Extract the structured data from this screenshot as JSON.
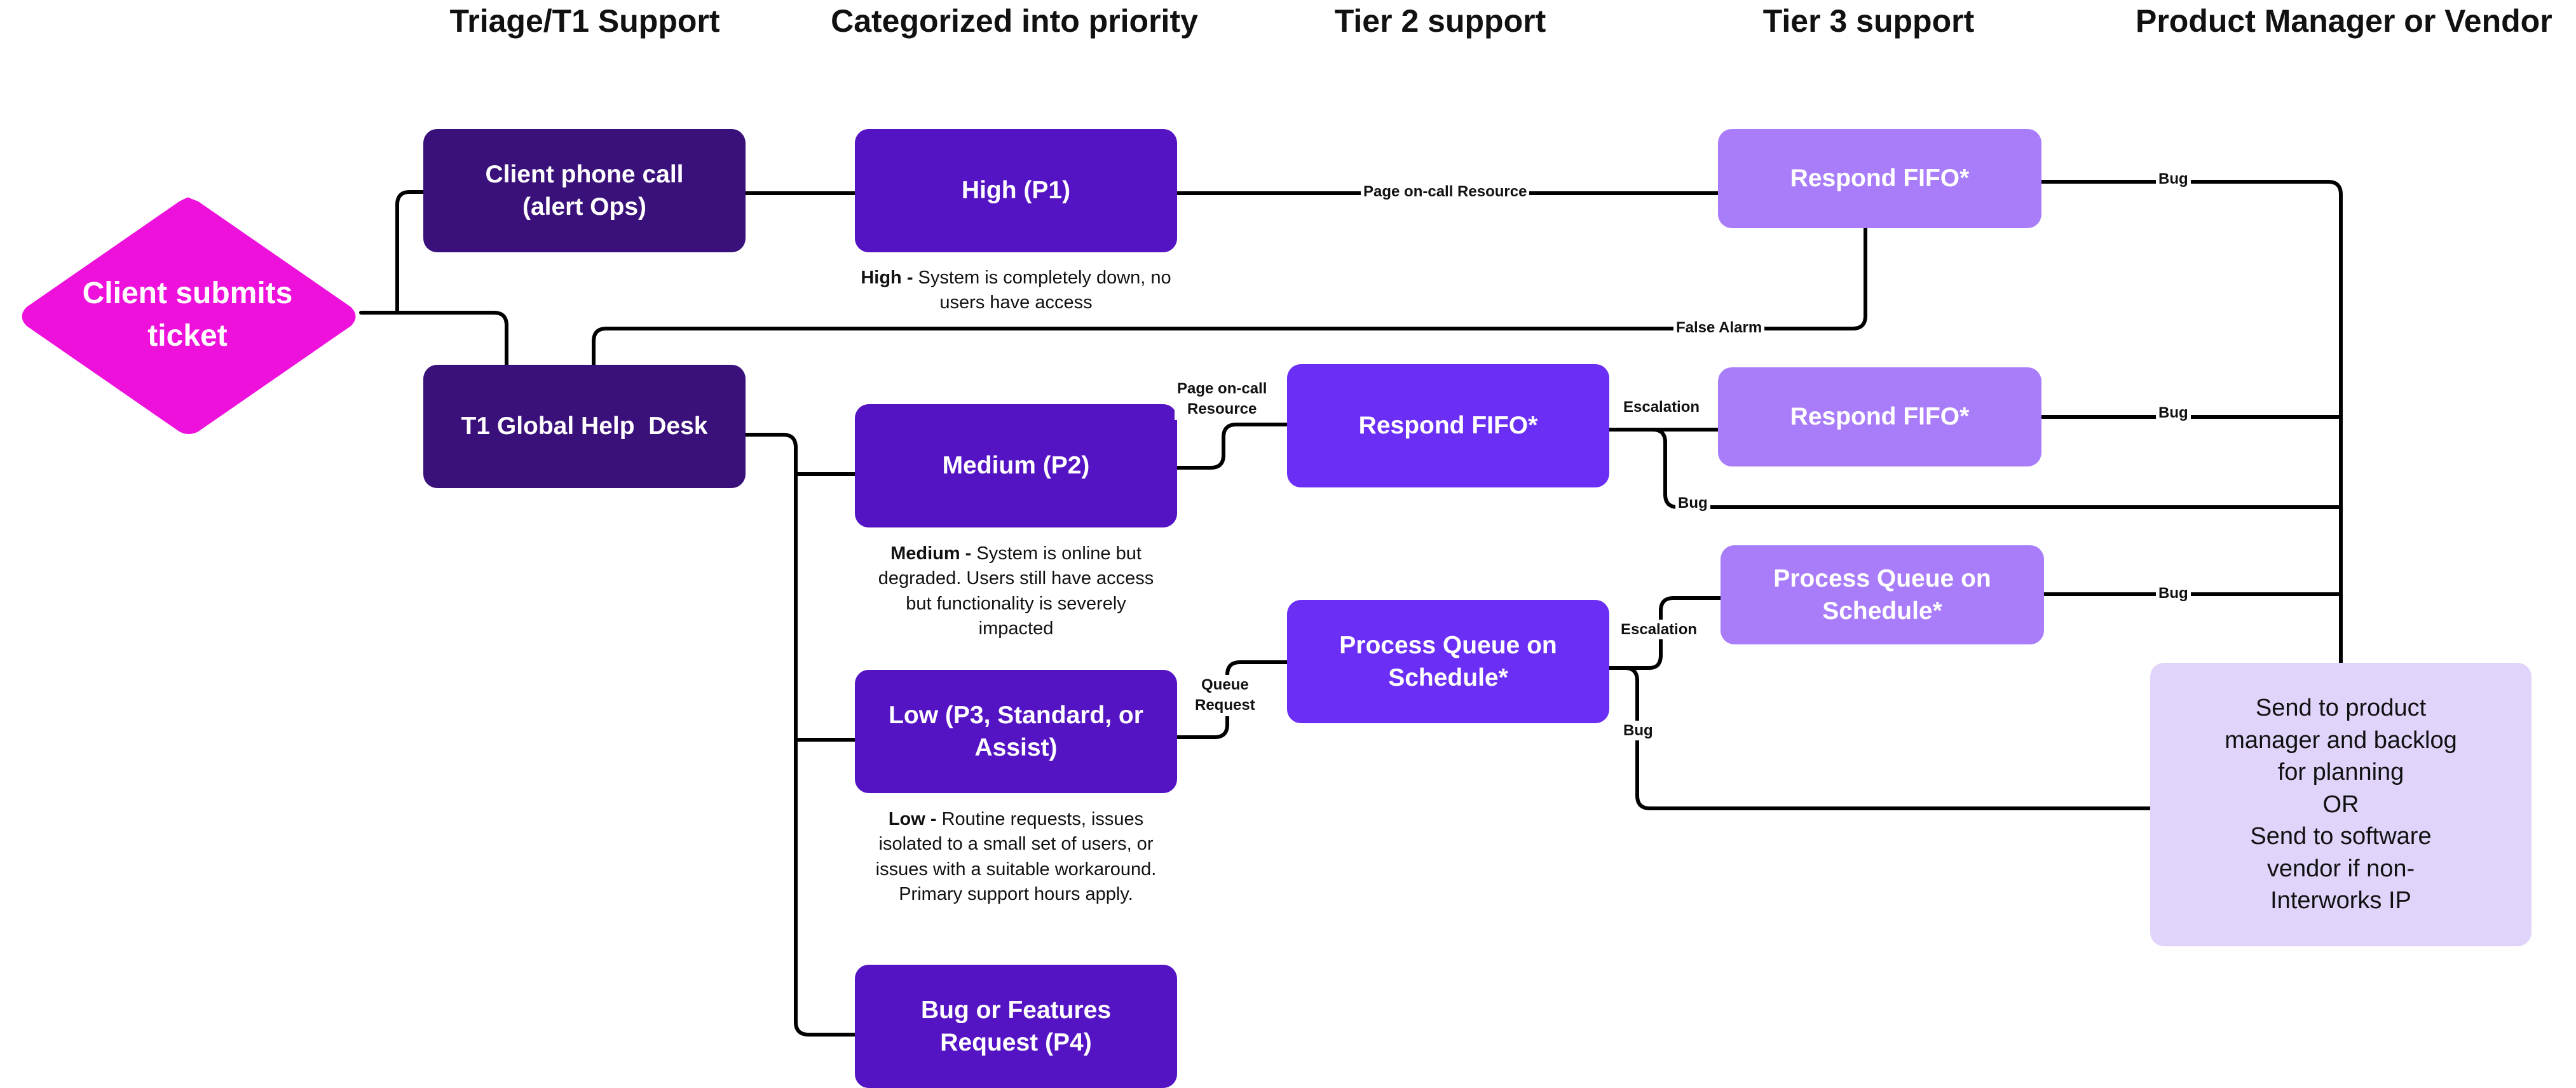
{
  "headers": {
    "triage": "Triage/T1 Support",
    "priority": "Categorized into priority",
    "tier2": "Tier 2 support",
    "tier3": "Tier 3 support",
    "pm": "Product Manager or Vendor"
  },
  "nodes": {
    "start": "Client submits ticket",
    "phone_call": "Client phone call (alert Ops)",
    "help_desk": "T1 Global Help  Desk",
    "high": "High (P1)",
    "medium": "Medium (P2)",
    "low": "Low (P3, Standard, or Assist)",
    "bug_feature": "Bug or Features Request (P4)",
    "t2_respond": "Respond FIFO*",
    "t2_queue": "Process Queue on Schedule*",
    "t3_respond_high": "Respond FIFO*",
    "t3_respond_med": "Respond FIFO*",
    "t3_queue": "Process Queue on Schedule*",
    "pm_send": {
      "line1": "Send to product",
      "line2": "manager and backlog",
      "line3": "for planning",
      "line4": "OR",
      "line5": "Send to software",
      "line6": "vendor if non-",
      "line7": "Interworks IP"
    }
  },
  "descriptions": {
    "high": {
      "term": "High -",
      "text": " System is completely down, no users have access"
    },
    "medium": {
      "term": "Medium -",
      "text": " System is online but degraded. Users still have access but functionality is severely impacted"
    },
    "low": {
      "term": "Low -",
      "text": " Routine requests, issues isolated to a small set of users, or issues with a suitable workaround. Primary support hours apply."
    }
  },
  "edge_labels": {
    "page_oncall_high": "Page on-call Resource",
    "false_alarm": "False Alarm",
    "page_oncall_med_1": "Page on-call",
    "page_oncall_med_2": "Resource",
    "queue_request_1": "Queue",
    "queue_request_2": "Request",
    "escalation_med": "Escalation",
    "escalation_low": "Escalation",
    "bug_t3_high": "Bug",
    "bug_t3_med": "Bug",
    "bug_t2_med": "Bug",
    "bug_t3_queue": "Bug",
    "bug_t2_queue": "Bug"
  },
  "colors": {
    "start": "#ee11dc",
    "dark": "#3a117a",
    "mid": "#5514c4",
    "bright": "#6a2ef5",
    "light": "#a97df9",
    "pale": "#e0d4fb",
    "line": "#000000"
  }
}
